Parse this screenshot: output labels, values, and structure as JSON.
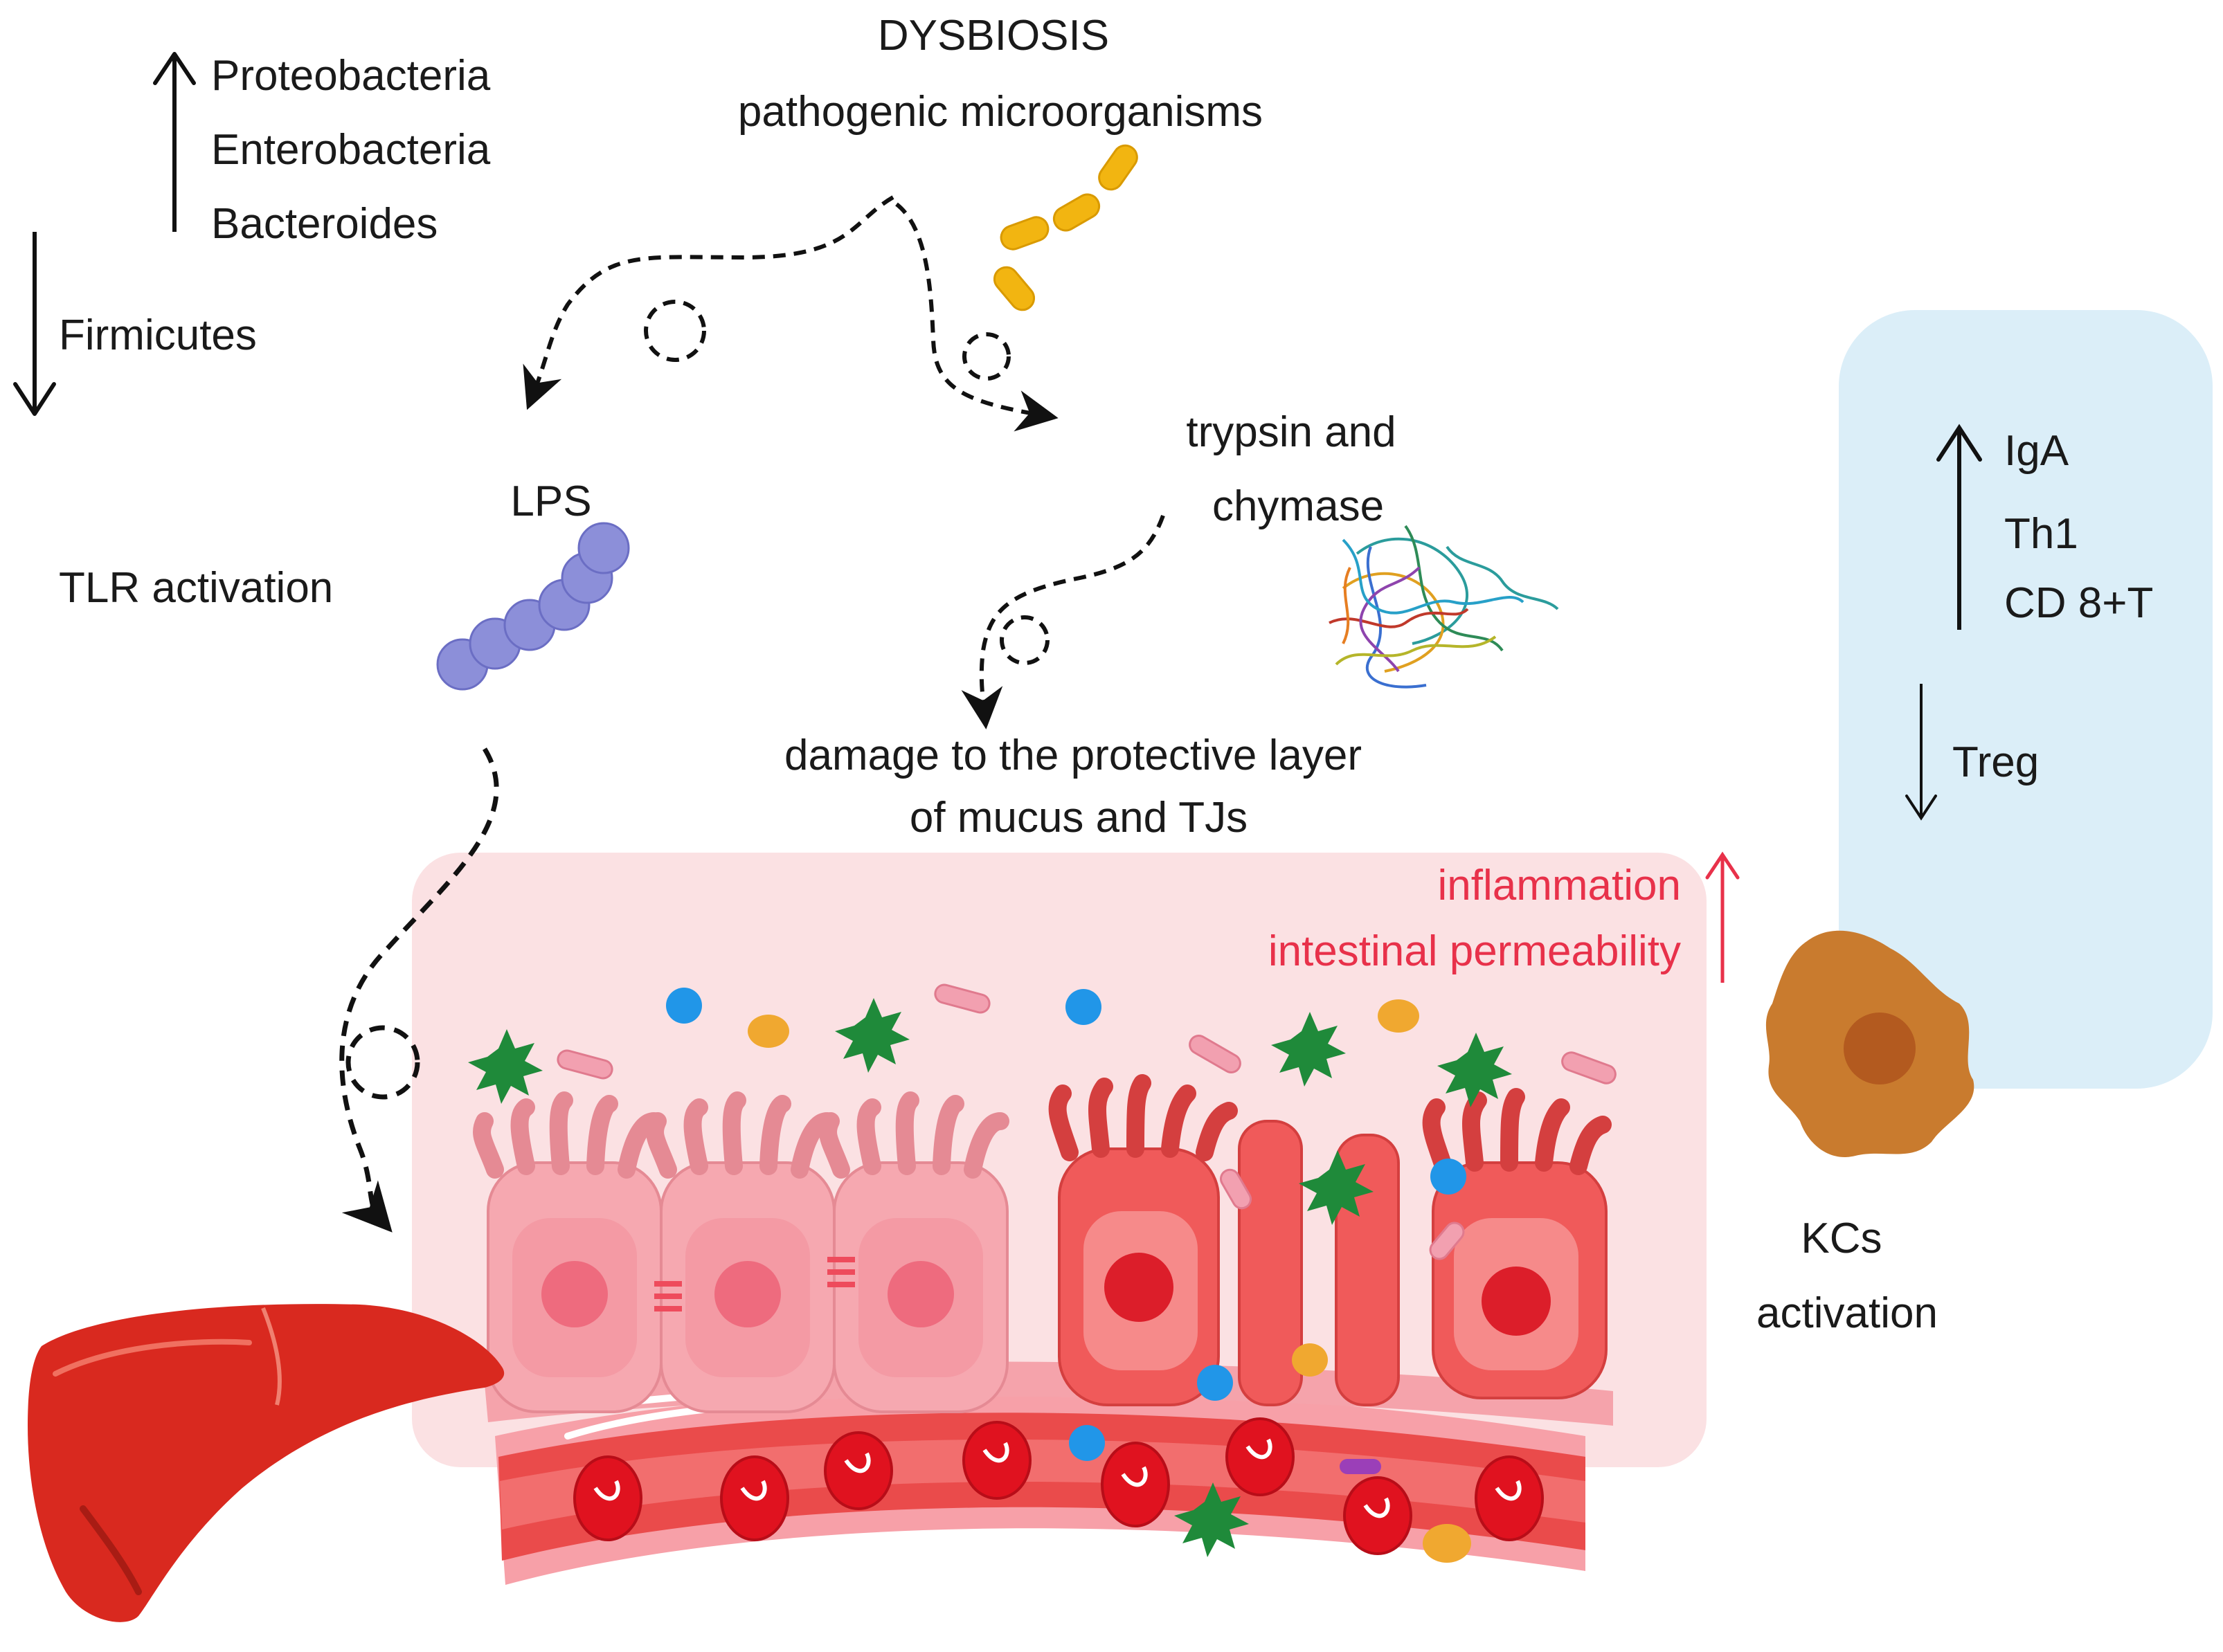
{
  "colors": {
    "text": "#1a1a1a",
    "alert": "#e8314a",
    "panel": "#dbeef8",
    "mucosa": "#fbe1e3",
    "cell_light": "#f6a8b0",
    "cell_dark": "#f05a5a",
    "rbc": "#e0121f",
    "lps": "#8c8fd9",
    "bacteria": "#f2b511",
    "liver": "#d9291f",
    "kupffer": "#c97b2e"
  },
  "top": {
    "dysbiosis": "DYSBIOSIS",
    "pathogens": "pathogenic microorganisms"
  },
  "microbiota": {
    "increased": [
      "Proteobacteria",
      "Enterobacteria",
      "Bacteroides"
    ],
    "decreased": "Firmicutes"
  },
  "lps": {
    "label": "LPS",
    "tlr": "TLR activation"
  },
  "enzymes": {
    "line1": "trypsin and",
    "line2": "chymase"
  },
  "damage": {
    "line1": "damage to the protective layer",
    "line2": "of mucus and TJs"
  },
  "mucosa": {
    "inflammation": "inflammation",
    "permeability": "intestinal permeability"
  },
  "immune": {
    "increased": [
      "IgA",
      "Th1",
      "CD 8+T"
    ],
    "decreased": "Treg"
  },
  "kupffer": {
    "line1": "KCs",
    "line2": "activation"
  },
  "icons": [
    "rod-bacteria-icon",
    "lps-chain-icon",
    "protein-structure-icon",
    "epithelium-illustration",
    "blood-vessel-illustration",
    "liver-icon",
    "kupffer-cell-icon"
  ]
}
